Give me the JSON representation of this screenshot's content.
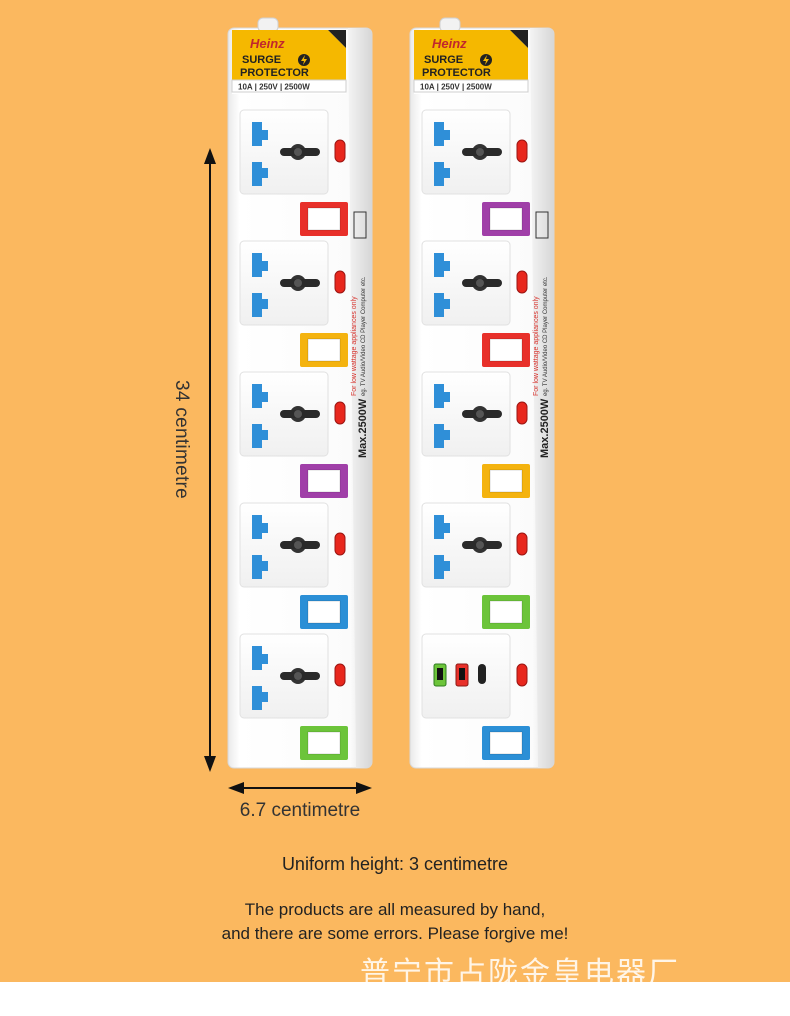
{
  "dimensions": {
    "height_label": "34 centimetre",
    "width_label": "6.7 centimetre",
    "uniform_height_label": "Uniform height: 3 centimetre"
  },
  "disclaimer": {
    "line1": "The products are all measured by hand,",
    "line2": "and there are some errors. Please forgive me!"
  },
  "watermark": "普宁市占陇金皇电器厂",
  "product": {
    "brand": "Heinz",
    "badge_line1": "SURGE",
    "badge_line2": "PROTECTOR",
    "spec_bar": "10A | 250V | 2500W",
    "side_max": "Max.2500W",
    "side_note1": "For low wattage appliances only",
    "side_note2": "eg. TV Audio/Video CD Player Computer etc."
  },
  "colors": {
    "background": "#fbb85f",
    "badge_yellow": "#f5b800",
    "switch_red": "#e8302a",
    "switch_yellow": "#f4b30f",
    "switch_purple": "#a03fa8",
    "switch_blue": "#2b8fd6",
    "switch_green": "#6cc43a",
    "socket_blue": "#2f8fd8",
    "indicator_red": "#e8271d"
  },
  "strips": [
    {
      "name": "left-strip",
      "switches": [
        "red",
        "yellow",
        "purple",
        "blue",
        "green"
      ],
      "last_module": "socket"
    },
    {
      "name": "right-strip",
      "switches": [
        "purple",
        "red",
        "yellow",
        "green",
        "blue"
      ],
      "last_module": "usb"
    }
  ]
}
